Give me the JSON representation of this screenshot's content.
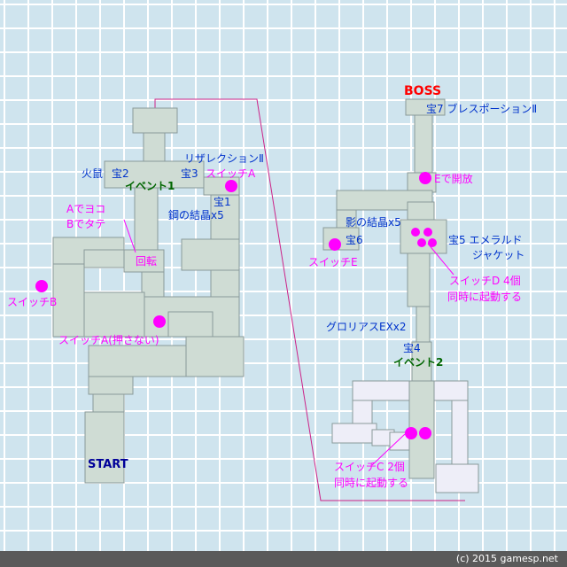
{
  "labels": {
    "boss": "BOSS",
    "start": "START",
    "chest7": "宝7 ブレスポーションⅡ",
    "e_open": "Eで開放",
    "shadow_crystal": "影の結晶x5",
    "chest6": "宝6",
    "switch_e": "スイッチE",
    "chest5_line1": "宝5 エメラルド",
    "chest5_line2": "ジャケット",
    "switch_d_line1": "スイッチD 4個",
    "switch_d_line2": "同時に起動する",
    "glorias": "グロリアスEXx2",
    "chest4": "宝4",
    "event2": "イベント2",
    "switch_c_line1": "スイッチC 2個",
    "switch_c_line2": "同時に起動する",
    "resurrection": "リザレクションⅡ",
    "hinezumi": "火鼠",
    "chest2": "宝2",
    "event1": "イベント1",
    "chest3": "宝3",
    "switch_a": "スイッチA",
    "chest1": "宝1",
    "steel_crystal": "鋼の結晶x5",
    "a_yoko": "Aでヨコ",
    "b_tate": "Bでタテ",
    "rotate": "回転",
    "switch_b": "スイッチB",
    "switch_a_no_press": "スイッチA(押さない)"
  },
  "footer": "(c) 2015 gamesp.net",
  "colors": {
    "background": "#cfe4ee",
    "grid": "#ffffff",
    "floor": "#cfdcd4",
    "floor_inactive": "#eeeef8",
    "outline": "#8a9a9a",
    "switch": "#ff00ff",
    "connector": "#cc2288",
    "boss": "#ff0000",
    "start": "#000099"
  }
}
